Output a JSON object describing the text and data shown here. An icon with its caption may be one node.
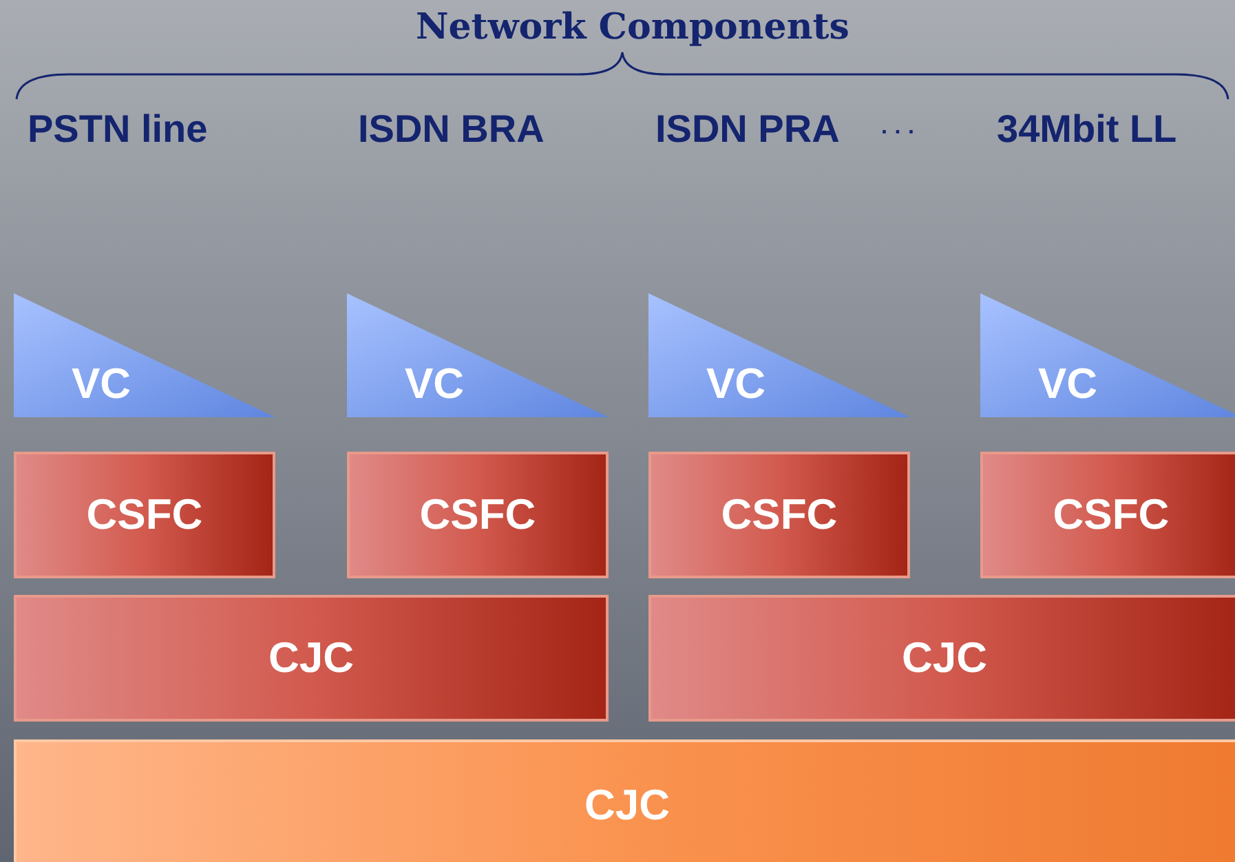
{
  "diagram": {
    "title": "Network Components",
    "nodes": [
      {
        "text": [
          "VC"
        ]
      },
      {
        "text": [
          "VC"
        ]
      },
      {
        "text": [
          "VC"
        ]
      },
      {
        "text": [
          "VC"
        ]
      },
      {
        "text": [
          "CSFC"
        ]
      },
      {
        "text": [
          "CSFC"
        ]
      },
      {
        "text": [
          "CSFC"
        ]
      },
      {
        "text": [
          "CSFC"
        ]
      },
      {
        "text": [
          "CJC"
        ]
      },
      {
        "text": [
          "CJC"
        ]
      },
      {
        "text": [
          "CJC"
        ]
      }
    ],
    "labels": [
      "PSTN line",
      "ISDN BRA",
      "ISDN PRA",
      "· · ·",
      "34Mbit LL"
    ]
  }
}
